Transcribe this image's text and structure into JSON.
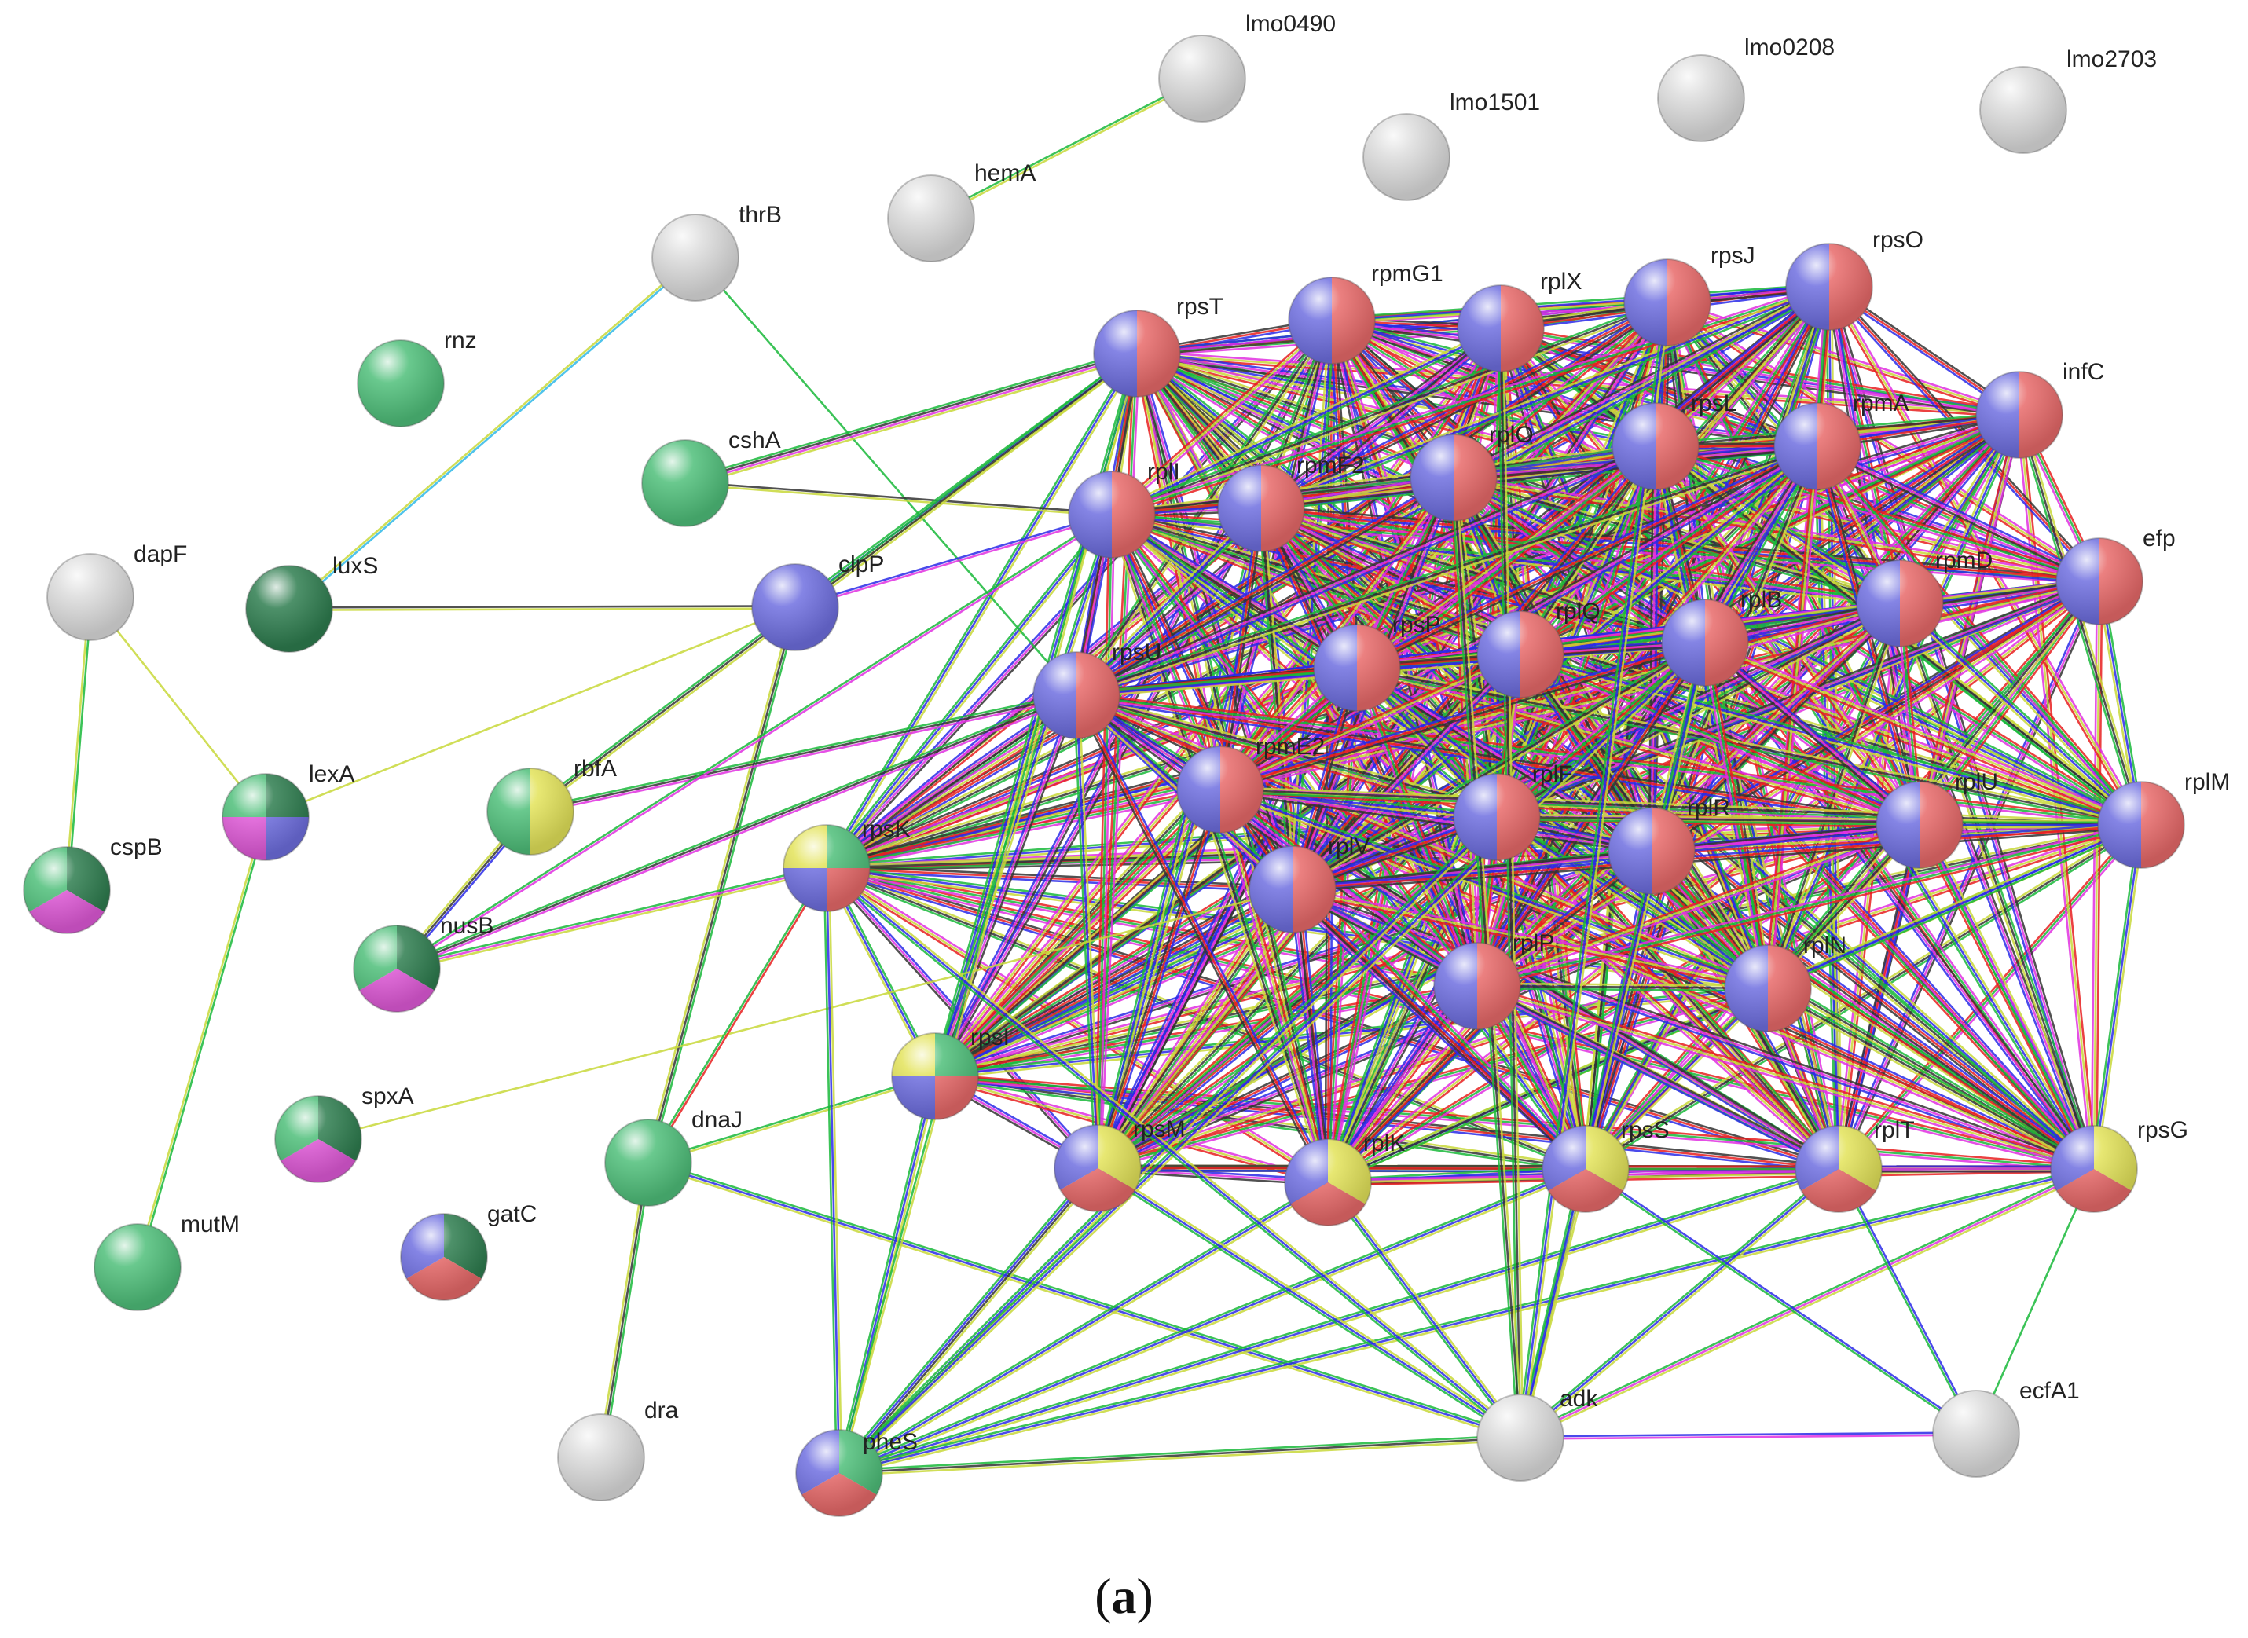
{
  "caption": {
    "open": "(",
    "letter": "a",
    "close": ")"
  },
  "colors": {
    "red": "#e86a6a",
    "blue": "#6f6fe0",
    "green": "#4fbf7a",
    "dark_green": "#2e7d4f",
    "yellow": "#e3e35a",
    "magenta": "#e05ad8",
    "gray": "#dcdcdc",
    "edge_green": "#19b83a",
    "edge_yellow": "#c8d83a",
    "edge_blue": "#2a2ae8",
    "edge_magenta": "#e030e0",
    "edge_black": "#333333",
    "edge_red": "#e82020",
    "edge_cyan": "#30b8e8"
  },
  "nodes": [
    {
      "id": "lmo0490",
      "label": "lmo0490",
      "colors": [
        "gray"
      ]
    },
    {
      "id": "lmo0208",
      "label": "lmo0208",
      "colors": [
        "gray"
      ]
    },
    {
      "id": "lmo2703",
      "label": "lmo2703",
      "colors": [
        "gray"
      ]
    },
    {
      "id": "lmo1501",
      "label": "lmo1501",
      "colors": [
        "gray"
      ]
    },
    {
      "id": "hemA",
      "label": "hemA",
      "colors": [
        "gray"
      ]
    },
    {
      "id": "thrB",
      "label": "thrB",
      "colors": [
        "gray"
      ]
    },
    {
      "id": "rnz",
      "label": "rnz",
      "colors": [
        "green"
      ]
    },
    {
      "id": "cshA",
      "label": "cshA",
      "colors": [
        "green"
      ]
    },
    {
      "id": "dapF",
      "label": "dapF",
      "colors": [
        "gray"
      ]
    },
    {
      "id": "luxS",
      "label": "luxS",
      "colors": [
        "dark_green"
      ]
    },
    {
      "id": "clpP",
      "label": "clpP",
      "colors": [
        "blue"
      ]
    },
    {
      "id": "lexA",
      "label": "lexA",
      "colors": [
        "dark_green",
        "blue",
        "magenta",
        "green"
      ]
    },
    {
      "id": "rbfA",
      "label": "rbfA",
      "colors": [
        "green",
        "yellow"
      ]
    },
    {
      "id": "cspB",
      "label": "cspB",
      "colors": [
        "dark_green",
        "magenta",
        "green"
      ]
    },
    {
      "id": "nusB",
      "label": "nusB",
      "colors": [
        "dark_green",
        "magenta",
        "green"
      ]
    },
    {
      "id": "spxA",
      "label": "spxA",
      "colors": [
        "dark_green",
        "magenta",
        "green"
      ]
    },
    {
      "id": "mutM",
      "label": "mutM",
      "colors": [
        "green"
      ]
    },
    {
      "id": "gatC",
      "label": "gatC",
      "colors": [
        "dark_green",
        "red",
        "blue"
      ]
    },
    {
      "id": "dnaJ",
      "label": "dnaJ",
      "colors": [
        "green"
      ]
    },
    {
      "id": "dra",
      "label": "dra",
      "colors": [
        "gray"
      ]
    },
    {
      "id": "pheS",
      "label": "pheS",
      "colors": [
        "green",
        "red",
        "blue"
      ]
    },
    {
      "id": "rpsK",
      "label": "rpsK",
      "colors": [
        "green",
        "red",
        "blue",
        "yellow"
      ]
    },
    {
      "id": "rpsI",
      "label": "rpsI",
      "colors": [
        "green",
        "red",
        "blue",
        "yellow"
      ]
    },
    {
      "id": "rpsM",
      "label": "rpsM",
      "colors": [
        "yellow",
        "red",
        "blue"
      ]
    },
    {
      "id": "rplK",
      "label": "rplK",
      "colors": [
        "yellow",
        "red",
        "blue"
      ]
    },
    {
      "id": "rpsS",
      "label": "rpsS",
      "colors": [
        "yellow",
        "red",
        "blue"
      ]
    },
    {
      "id": "rplT",
      "label": "rplT",
      "colors": [
        "yellow",
        "red",
        "blue"
      ]
    },
    {
      "id": "rpsG",
      "label": "rpsG",
      "colors": [
        "yellow",
        "red",
        "blue"
      ]
    },
    {
      "id": "adk",
      "label": "adk",
      "colors": [
        "gray"
      ]
    },
    {
      "id": "ecfA1",
      "label": "ecfA1",
      "colors": [
        "gray"
      ]
    },
    {
      "id": "rpsT",
      "label": "rpsT",
      "colors": [
        "blue",
        "red"
      ]
    },
    {
      "id": "rpmG1",
      "label": "rpmG1",
      "colors": [
        "blue",
        "red"
      ]
    },
    {
      "id": "rplX",
      "label": "rplX",
      "colors": [
        "blue",
        "red"
      ]
    },
    {
      "id": "rpsJ",
      "label": "rpsJ",
      "colors": [
        "blue",
        "red"
      ]
    },
    {
      "id": "rpsO",
      "label": "rpsO",
      "colors": [
        "blue",
        "red"
      ]
    },
    {
      "id": "infC",
      "label": "infC",
      "colors": [
        "blue",
        "red"
      ]
    },
    {
      "id": "rplI",
      "label": "rplI",
      "colors": [
        "blue",
        "red"
      ]
    },
    {
      "id": "rpmF2",
      "label": "rpmF2",
      "colors": [
        "blue",
        "red"
      ]
    },
    {
      "id": "rplO",
      "label": "rplO",
      "colors": [
        "blue",
        "red"
      ]
    },
    {
      "id": "rpsL",
      "label": "rpsL",
      "colors": [
        "blue",
        "red"
      ]
    },
    {
      "id": "rpmA",
      "label": "rpmA",
      "colors": [
        "blue",
        "red"
      ]
    },
    {
      "id": "efp",
      "label": "efp",
      "colors": [
        "blue",
        "red"
      ]
    },
    {
      "id": "rpmD",
      "label": "rpmD",
      "colors": [
        "blue",
        "red"
      ]
    },
    {
      "id": "rpsU",
      "label": "rpsU",
      "colors": [
        "blue",
        "red"
      ]
    },
    {
      "id": "rpsP",
      "label": "rpsP",
      "colors": [
        "blue",
        "red"
      ]
    },
    {
      "id": "rplQ",
      "label": "rplQ",
      "colors": [
        "blue",
        "red"
      ]
    },
    {
      "id": "rplB",
      "label": "rplB",
      "colors": [
        "blue",
        "red"
      ]
    },
    {
      "id": "rpmE2",
      "label": "rpmE2",
      "colors": [
        "blue",
        "red"
      ]
    },
    {
      "id": "rplF",
      "label": "rplF",
      "colors": [
        "blue",
        "red"
      ]
    },
    {
      "id": "rplR",
      "label": "rplR",
      "colors": [
        "blue",
        "red"
      ]
    },
    {
      "id": "rplU",
      "label": "rplU",
      "colors": [
        "blue",
        "red"
      ]
    },
    {
      "id": "rplM",
      "label": "rplM",
      "colors": [
        "blue",
        "red"
      ]
    },
    {
      "id": "rplV",
      "label": "rplV",
      "colors": [
        "blue",
        "red"
      ]
    },
    {
      "id": "rplP",
      "label": "rplP",
      "colors": [
        "blue",
        "red"
      ]
    },
    {
      "id": "rplN",
      "label": "rplN",
      "colors": [
        "blue",
        "red"
      ]
    }
  ],
  "edges": [
    {
      "a": "hemA",
      "b": "lmo0490",
      "colors": [
        "edge_green",
        "edge_yellow"
      ]
    },
    {
      "a": "thrB",
      "b": "luxS",
      "colors": [
        "edge_cyan",
        "edge_yellow"
      ]
    },
    {
      "a": "thrB",
      "b": "rpsU",
      "colors": [
        "edge_green"
      ]
    },
    {
      "a": "dapF",
      "b": "cspB",
      "colors": [
        "edge_green",
        "edge_yellow"
      ]
    },
    {
      "a": "dapF",
      "b": "lexA",
      "colors": [
        "edge_yellow"
      ]
    },
    {
      "a": "lexA",
      "b": "mutM",
      "colors": [
        "edge_green",
        "edge_yellow"
      ]
    },
    {
      "a": "lexA",
      "b": "clpP",
      "colors": [
        "edge_yellow"
      ]
    },
    {
      "a": "luxS",
      "b": "clpP",
      "colors": [
        "edge_black",
        "edge_yellow"
      ]
    },
    {
      "a": "cshA",
      "b": "rpsT",
      "colors": [
        "edge_green",
        "edge_black",
        "edge_magenta",
        "edge_yellow"
      ]
    },
    {
      "a": "cshA",
      "b": "rplI",
      "colors": [
        "edge_black",
        "edge_yellow"
      ]
    },
    {
      "a": "clpP",
      "b": "rpsT",
      "colors": [
        "edge_green",
        "edge_blue",
        "edge_yellow"
      ]
    },
    {
      "a": "clpP",
      "b": "dnaJ",
      "colors": [
        "edge_green",
        "edge_black",
        "edge_yellow"
      ]
    },
    {
      "a": "clpP",
      "b": "rplI",
      "colors": [
        "edge_blue",
        "edge_magenta"
      ]
    },
    {
      "a": "rbfA",
      "b": "nusB",
      "colors": [
        "edge_blue",
        "edge_black",
        "edge_yellow"
      ]
    },
    {
      "a": "rbfA",
      "b": "rpsT",
      "colors": [
        "edge_green",
        "edge_black",
        "edge_yellow"
      ]
    },
    {
      "a": "rbfA",
      "b": "rpsU",
      "colors": [
        "edge_green",
        "edge_black",
        "edge_magenta"
      ]
    },
    {
      "a": "nusB",
      "b": "rpsK",
      "colors": [
        "edge_green",
        "edge_magenta",
        "edge_yellow"
      ]
    },
    {
      "a": "nusB",
      "b": "rpsU",
      "colors": [
        "edge_green",
        "edge_black",
        "edge_magenta"
      ]
    },
    {
      "a": "nusB",
      "b": "rplI",
      "colors": [
        "edge_green",
        "edge_magenta"
      ]
    },
    {
      "a": "spxA",
      "b": "rplV",
      "colors": [
        "edge_yellow"
      ]
    },
    {
      "a": "dnaJ",
      "b": "dra",
      "colors": [
        "edge_green",
        "edge_black",
        "edge_yellow"
      ]
    },
    {
      "a": "dnaJ",
      "b": "rpsK",
      "colors": [
        "edge_green",
        "edge_red"
      ]
    },
    {
      "a": "dnaJ",
      "b": "adk",
      "colors": [
        "edge_green",
        "edge_blue",
        "edge_yellow"
      ]
    },
    {
      "a": "dnaJ",
      "b": "rpsI",
      "colors": [
        "edge_green",
        "edge_yellow"
      ]
    },
    {
      "a": "pheS",
      "b": "rpsK",
      "colors": [
        "edge_green",
        "edge_blue",
        "edge_yellow"
      ]
    },
    {
      "a": "pheS",
      "b": "rpsI",
      "colors": [
        "edge_green",
        "edge_blue",
        "edge_yellow"
      ]
    },
    {
      "a": "pheS",
      "b": "rpsM",
      "colors": [
        "edge_green",
        "edge_blue",
        "edge_black",
        "edge_yellow"
      ]
    },
    {
      "a": "pheS",
      "b": "adk",
      "colors": [
        "edge_green",
        "edge_black",
        "edge_yellow"
      ]
    },
    {
      "a": "pheS",
      "b": "rplK",
      "colors": [
        "edge_green",
        "edge_blue",
        "edge_yellow"
      ]
    },
    {
      "a": "pheS",
      "b": "rpsS",
      "colors": [
        "edge_green",
        "edge_blue",
        "edge_yellow"
      ]
    },
    {
      "a": "pheS",
      "b": "rplT",
      "colors": [
        "edge_green",
        "edge_blue",
        "edge_yellow"
      ]
    },
    {
      "a": "pheS",
      "b": "rpsG",
      "colors": [
        "edge_green",
        "edge_blue",
        "edge_yellow"
      ]
    },
    {
      "a": "pheS",
      "b": "rpsT",
      "colors": [
        "edge_green",
        "edge_yellow"
      ]
    },
    {
      "a": "pheS",
      "b": "rplF",
      "colors": [
        "edge_green",
        "edge_blue",
        "edge_yellow"
      ]
    },
    {
      "a": "pheS",
      "b": "rplB",
      "colors": [
        "edge_green",
        "edge_blue",
        "edge_yellow"
      ]
    },
    {
      "a": "adk",
      "b": "rpsM",
      "colors": [
        "edge_green",
        "edge_blue",
        "edge_yellow"
      ]
    },
    {
      "a": "adk",
      "b": "rpsS",
      "colors": [
        "edge_green",
        "edge_blue",
        "edge_yellow"
      ]
    },
    {
      "a": "adk",
      "b": "rplT",
      "colors": [
        "edge_green",
        "edge_blue",
        "edge_yellow"
      ]
    },
    {
      "a": "adk",
      "b": "rpsG",
      "colors": [
        "edge_green",
        "edge_magenta",
        "edge_yellow"
      ]
    },
    {
      "a": "adk",
      "b": "ecfA1",
      "colors": [
        "edge_blue",
        "edge_magenta"
      ]
    },
    {
      "a": "adk",
      "b": "rplX",
      "colors": [
        "edge_green",
        "edge_black",
        "edge_yellow"
      ]
    },
    {
      "a": "adk",
      "b": "rplO",
      "colors": [
        "edge_green",
        "edge_black",
        "edge_yellow"
      ]
    },
    {
      "a": "adk",
      "b": "rpsK",
      "colors": [
        "edge_green",
        "edge_blue",
        "edge_yellow"
      ]
    },
    {
      "a": "adk",
      "b": "rplK",
      "colors": [
        "edge_green",
        "edge_blue",
        "edge_yellow"
      ]
    },
    {
      "a": "adk",
      "b": "rplB",
      "colors": [
        "edge_green",
        "edge_blue",
        "edge_yellow"
      ]
    },
    {
      "a": "adk",
      "b": "rpsJ",
      "colors": [
        "edge_green",
        "edge_blue",
        "edge_yellow"
      ]
    },
    {
      "a": "ecfA1",
      "b": "rplT",
      "colors": [
        "edge_green",
        "edge_blue"
      ]
    },
    {
      "a": "ecfA1",
      "b": "rpsG",
      "colors": [
        "edge_green"
      ]
    },
    {
      "a": "ecfA1",
      "b": "rpsS",
      "colors": [
        "edge_green",
        "edge_blue"
      ]
    }
  ],
  "dense_cluster": [
    "rpsK",
    "rpsI",
    "rpsM",
    "rplK",
    "rpsS",
    "rplT",
    "rpsG",
    "rpsT",
    "rpmG1",
    "rplX",
    "rpsJ",
    "rpsO",
    "infC",
    "rplI",
    "rpmF2",
    "rplO",
    "rpsL",
    "rpmA",
    "efp",
    "rpmD",
    "rpsU",
    "rpsP",
    "rplQ",
    "rplB",
    "rpmE2",
    "rplF",
    "rplR",
    "rplU",
    "rplM",
    "rplV",
    "rplP",
    "rplN"
  ],
  "dense_edge_colors": [
    "edge_green",
    "edge_blue",
    "edge_magenta",
    "edge_yellow",
    "edge_black",
    "edge_red"
  ]
}
